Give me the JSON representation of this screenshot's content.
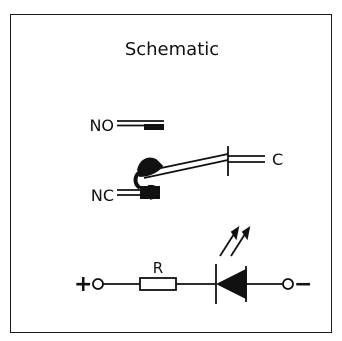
{
  "title": "Schematic",
  "labels": {
    "no": "NO",
    "nc": "NC",
    "c": "C",
    "r": "R",
    "plus": "+",
    "minus": "−"
  },
  "colors": {
    "ink": "#111111",
    "frame": "#1a1a1a",
    "background": "#ffffff"
  }
}
